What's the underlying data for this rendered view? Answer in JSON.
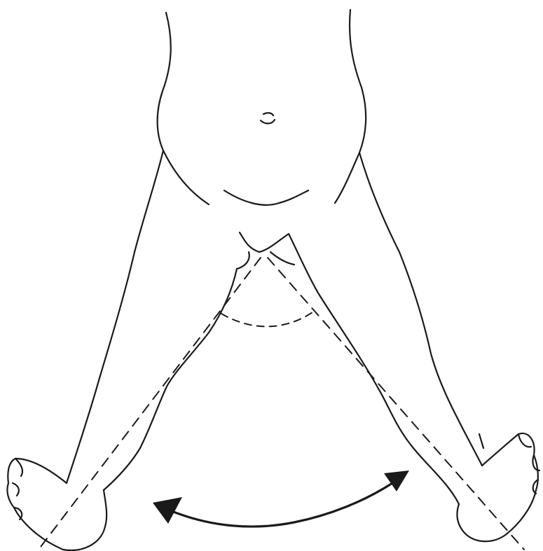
{
  "figure": {
    "subject": "",
    "colors": {
      "ink": "#1a1a1a",
      "background": "#ffffff"
    },
    "icons": [
      "double-headed-curved-arrow",
      "dashed-leg-axis-lines",
      "dashed-angle-arc"
    ]
  }
}
